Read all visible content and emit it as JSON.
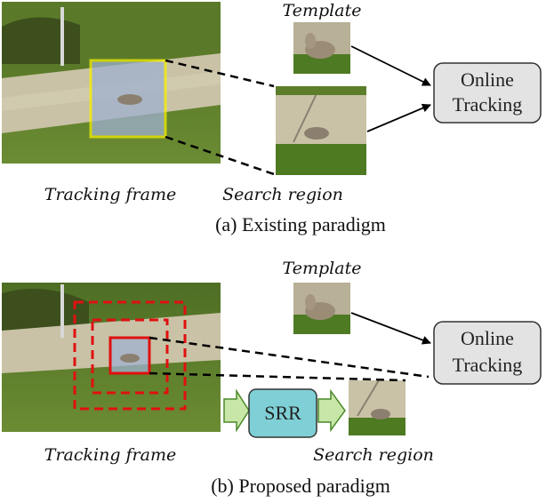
{
  "panel_a": {
    "template_label": "Template",
    "frame_label": "Tracking frame",
    "search_label": "Search region",
    "tracker_line1": "Online",
    "tracker_line2": "Tracking",
    "caption": "(a) Existing paradigm"
  },
  "panel_b": {
    "template_label": "Template",
    "frame_label": "Tracking frame",
    "search_label": "Search region",
    "tracker_line1": "Online",
    "tracker_line2": "Tracking",
    "srr_label": "SRR",
    "caption": "(b) Proposed paradigm"
  },
  "colors": {
    "grass": "#5f7f2c",
    "grass_dark": "#3f5a1c",
    "path": "#c9c2a6",
    "search_box_a": "#f5f000",
    "search_box_b": "#e01010",
    "tracker_fill": "#e3e3e3",
    "srr_fill": "#7fd0d6",
    "arrow_fill": "#c8e6a8"
  }
}
